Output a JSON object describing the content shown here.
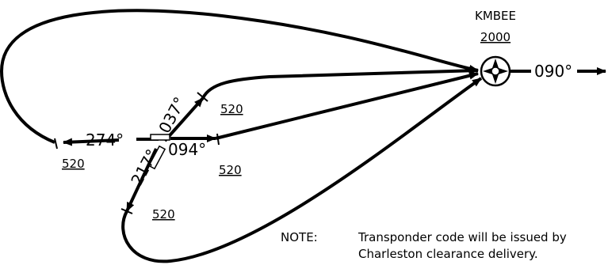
{
  "fix": {
    "name": "KMBEE",
    "altitude": "2000"
  },
  "exit_heading": "090°",
  "transitions": {
    "west": {
      "heading": "274°",
      "altitude": "520"
    },
    "northeast": {
      "heading": "037°",
      "altitude": "520"
    },
    "east": {
      "heading": "094°",
      "altitude": "520"
    },
    "southwest": {
      "heading": "217°",
      "altitude": "520"
    }
  },
  "note": {
    "label": "NOTE:",
    "line1": "Transponder code will be issued by",
    "line2": "Charleston clearance delivery."
  }
}
